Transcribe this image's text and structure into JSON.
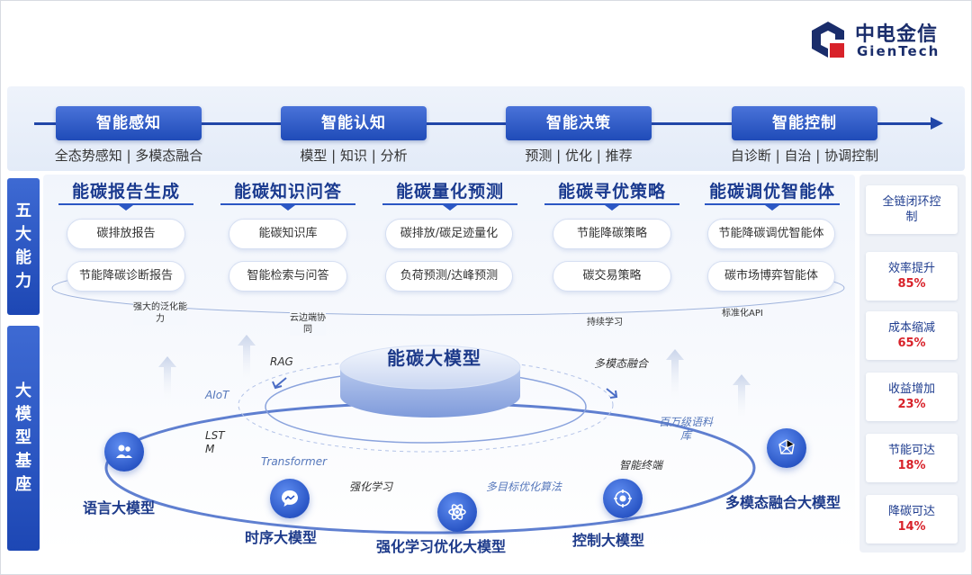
{
  "logo": {
    "cn": "中电金信",
    "en": "GienTech"
  },
  "top_band": {
    "pills": [
      {
        "label": "智能感知",
        "sub": "全态势感知 | 多模态融合"
      },
      {
        "label": "智能认知",
        "sub": "模型 | 知识 | 分析"
      },
      {
        "label": "智能决策",
        "sub": "预测 | 优化 | 推荐"
      },
      {
        "label": "智能控制",
        "sub": "自诊断 | 自治 | 协调控制"
      }
    ]
  },
  "side_labels": {
    "top": [
      "五",
      "大",
      "能",
      "力"
    ],
    "bottom": [
      "大",
      "模",
      "型",
      "基",
      "座"
    ]
  },
  "capabilities": [
    {
      "title": "能碳报告生成",
      "items": [
        "碳排放报告",
        "节能降碳诊断报告"
      ]
    },
    {
      "title": "能碳知识问答",
      "items": [
        "能碳知识库",
        "智能检索与问答"
      ]
    },
    {
      "title": "能碳量化预测",
      "items": [
        "碳排放/碳足迹量化",
        "负荷预测/达峰预测"
      ]
    },
    {
      "title": "能碳寻优策略",
      "items": [
        "节能降碳策略",
        "碳交易策略"
      ]
    },
    {
      "title": "能碳调优智能体",
      "items": [
        "节能降碳调优智能体",
        "碳市场博弈智能体"
      ]
    }
  ],
  "ellipse_labels": {
    "l1a": "强大的泛化能",
    "l1b": "力",
    "l2a": "云边端协",
    "l2b": "同",
    "l3": "持续学习",
    "l4": "标准化API"
  },
  "stats": [
    {
      "label": "全链闭环控",
      "label2": "制",
      "value": ""
    },
    {
      "label": "效率提升",
      "label2": "",
      "value": "85%"
    },
    {
      "label": "成本缩减",
      "label2": "",
      "value": "65%"
    },
    {
      "label": "收益增加",
      "label2": "",
      "value": "23%"
    },
    {
      "label": "节能可达",
      "label2": "",
      "value": "18%"
    },
    {
      "label": "降碳可达",
      "label2": "",
      "value": "14%"
    }
  ],
  "core": {
    "title": "能碳大模型"
  },
  "tech_labels": {
    "rag": "RAG",
    "aiot": "AIoT",
    "lstm1": "LST",
    "lstm2": "M",
    "transformer": "Transformer",
    "rl": "强化学习",
    "moo": "多目标优化算法",
    "terminal": "智能终端",
    "corpus1": "百万级语料",
    "corpus2": "库",
    "multimodal": "多模态融合"
  },
  "models": {
    "language": "语言大模型",
    "timeseries": "时序大模型",
    "rl_opt": "强化学习优化大模型",
    "control": "控制大模型",
    "multimodal": "多模态融合大模型"
  },
  "colors": {
    "primary": "#1f4bb8",
    "accent_red": "#d8222a",
    "title_blue": "#1a3a8f"
  },
  "icons": {
    "language": "people-icon",
    "timeseries": "chat-bubble-icon",
    "rl_opt": "atom-icon",
    "control": "target-icon",
    "multimodal": "network-icon"
  }
}
